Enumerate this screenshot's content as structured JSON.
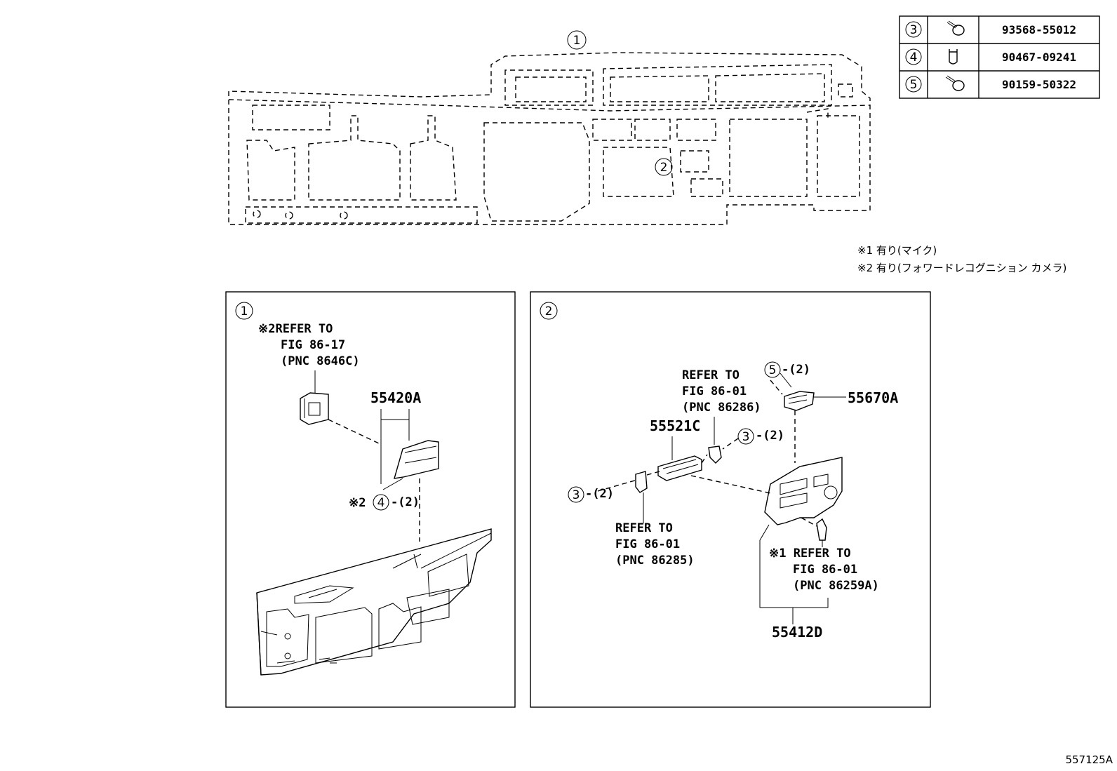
{
  "parts_table": {
    "rows": [
      {
        "ref": "3",
        "part_no": "93568-55012",
        "icon": "screw-icon"
      },
      {
        "ref": "4",
        "part_no": "90467-09241",
        "icon": "clip-icon"
      },
      {
        "ref": "5",
        "part_no": "90159-50322",
        "icon": "bolt-icon"
      }
    ]
  },
  "notes": {
    "note1": "※1 有り(マイク)",
    "note2": "※2 有り(フォワードレコグニション カメラ)"
  },
  "overview": {
    "callout1": "1",
    "callout2": "2"
  },
  "panel1": {
    "id": "1",
    "refer_line1": "※2REFER TO",
    "refer_line2": "FIG 86-17",
    "refer_line3": "(PNC 8646C)",
    "part_label": "55420A",
    "fastener_note": "※2",
    "fastener_ref": "4",
    "fastener_qty": "-(2)"
  },
  "panel2": {
    "id": "2",
    "refer_a_line1": "REFER TO",
    "refer_a_line2": "FIG 86-01",
    "refer_a_line3": "(PNC 86286)",
    "refer_b_line1": "REFER TO",
    "refer_b_line2": "FIG 86-01",
    "refer_b_line3": "(PNC 86285)",
    "refer_c_line1": "※1 REFER TO",
    "refer_c_line2": "FIG 86-01",
    "refer_c_line3": "(PNC 86259A)",
    "label_55521c": "55521C",
    "label_55670a": "55670A",
    "label_55412d": "55412D",
    "bolt_ref": "5",
    "bolt_qty": "-(2)",
    "screw_ref_top": "3",
    "screw_qty_top": "-(2)",
    "screw_ref_left": "3",
    "screw_qty_left": "-(2)"
  },
  "figure_id": "557125A"
}
